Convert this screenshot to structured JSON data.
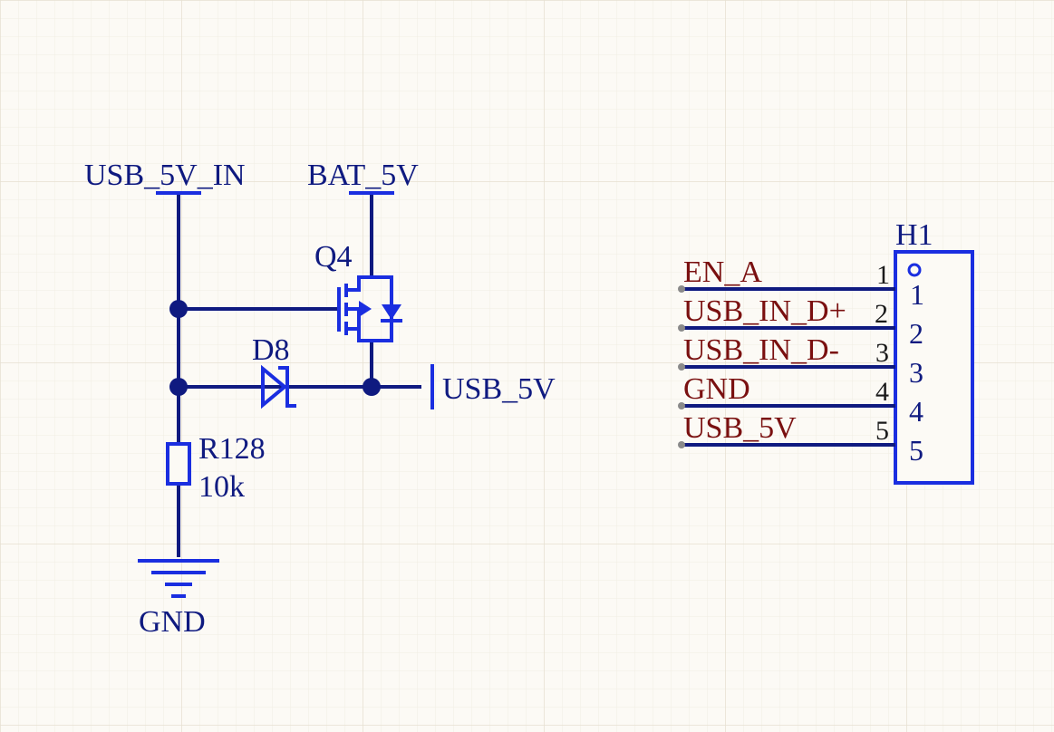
{
  "power_ports": {
    "usb_5v_in": "USB_5V_IN",
    "bat_5v": "BAT_5V",
    "usb_5v": "USB_5V",
    "gnd": "GND"
  },
  "components": {
    "q4": {
      "designator": "Q4"
    },
    "d8": {
      "designator": "D8"
    },
    "r128": {
      "designator": "R128",
      "value": "10k"
    },
    "h1": {
      "designator": "H1"
    }
  },
  "header_pins": [
    {
      "net": "EN_A",
      "pin": "1",
      "inner": "1"
    },
    {
      "net": "USB_IN_D+",
      "pin": "2",
      "inner": "2"
    },
    {
      "net": "USB_IN_D-",
      "pin": "3",
      "inner": "3"
    },
    {
      "net": "GND",
      "pin": "4",
      "inner": "4"
    },
    {
      "net": "USB_5V",
      "pin": "5",
      "inner": "5"
    }
  ],
  "colors": {
    "background": "#fcfaf5",
    "grid": "#ede8dc",
    "wire": "#0f1a80",
    "component": "#1a2ee0",
    "net_label": "#0f1a80",
    "port_label": "#7a1010",
    "pin_number": "#1a1a1a"
  }
}
